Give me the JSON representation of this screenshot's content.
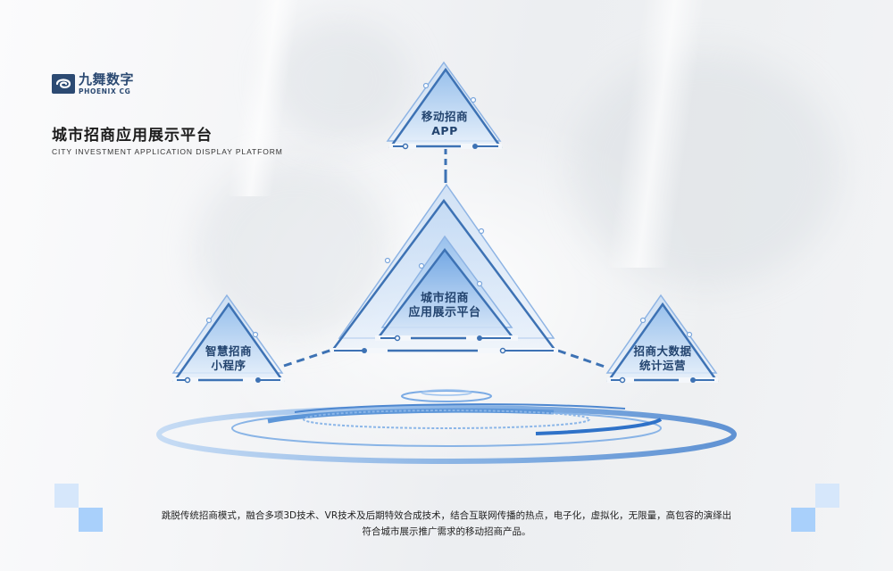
{
  "brand": {
    "logo_cn": "九舞数字",
    "logo_en": "PHOENIX CG",
    "logo_color": "#2c4a72"
  },
  "header": {
    "title": "城市招商应用展示平台",
    "subtitle": "CITY INVESTMENT APPLICATION DISPLAY PLATFORM"
  },
  "diagram": {
    "center": {
      "line1": "城市招商",
      "line2": "应用展示平台"
    },
    "top": {
      "line1": "移动招商",
      "line2": "APP"
    },
    "left": {
      "line1": "智慧招商",
      "line2": "小程序"
    },
    "right": {
      "line1": "招商大数据",
      "line2": "统计运营"
    },
    "colors": {
      "stroke": "#3d72b4",
      "fill_light": "#dce9f8",
      "fill_mid": "#a8c9ef",
      "ring": "#4f8fd6"
    }
  },
  "description": {
    "line1": "跳脱传统招商模式，融合多项3D技术、VR技术及后期特效合成技术，结合互联网传播的热点，电子化，虚拟化，无限量，高包容的演绎出",
    "line2": "符合城市展示推广需求的移动招商产品。"
  }
}
